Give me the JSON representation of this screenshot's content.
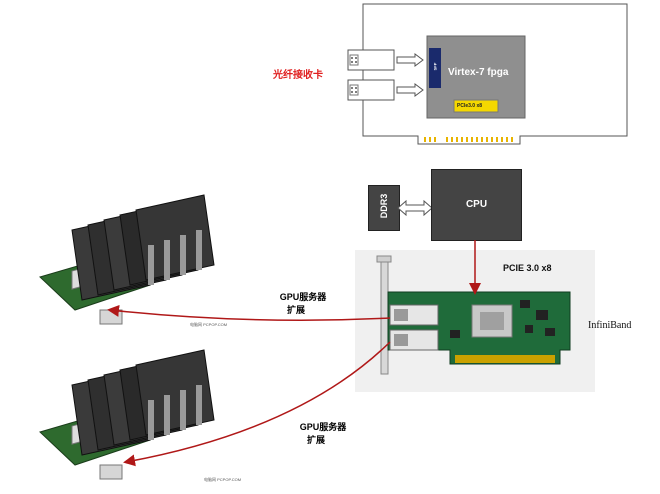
{
  "fpga_card": {
    "label": "光纤接收卡",
    "chip_label": "Virtex-7 fpga",
    "side_chip_label": "SFP",
    "pcie_chip_label": "PCIe3.0 x8"
  },
  "cpu": {
    "label": "CPU"
  },
  "ddr": {
    "label": "DDR3"
  },
  "pcie_link": {
    "label": "PCIE 3.0 x8"
  },
  "infiniband": {
    "label": "InfiniBand"
  },
  "gpu_expansion": [
    {
      "line1": "GPU服务器",
      "line2": "扩展",
      "watermark": "电脑网 PCPOP.COM"
    },
    {
      "line1": "GPU服务器",
      "line2": "扩展",
      "watermark": "电脑网 PCPOP.COM"
    }
  ],
  "colors": {
    "arrow_red": "#b01818",
    "label_red": "#e02020",
    "card_navy": "#1a2a6c",
    "chip_yellow": "#f5d800",
    "box_dark": "#444444",
    "pcb_green": "#1f6b3a"
  }
}
